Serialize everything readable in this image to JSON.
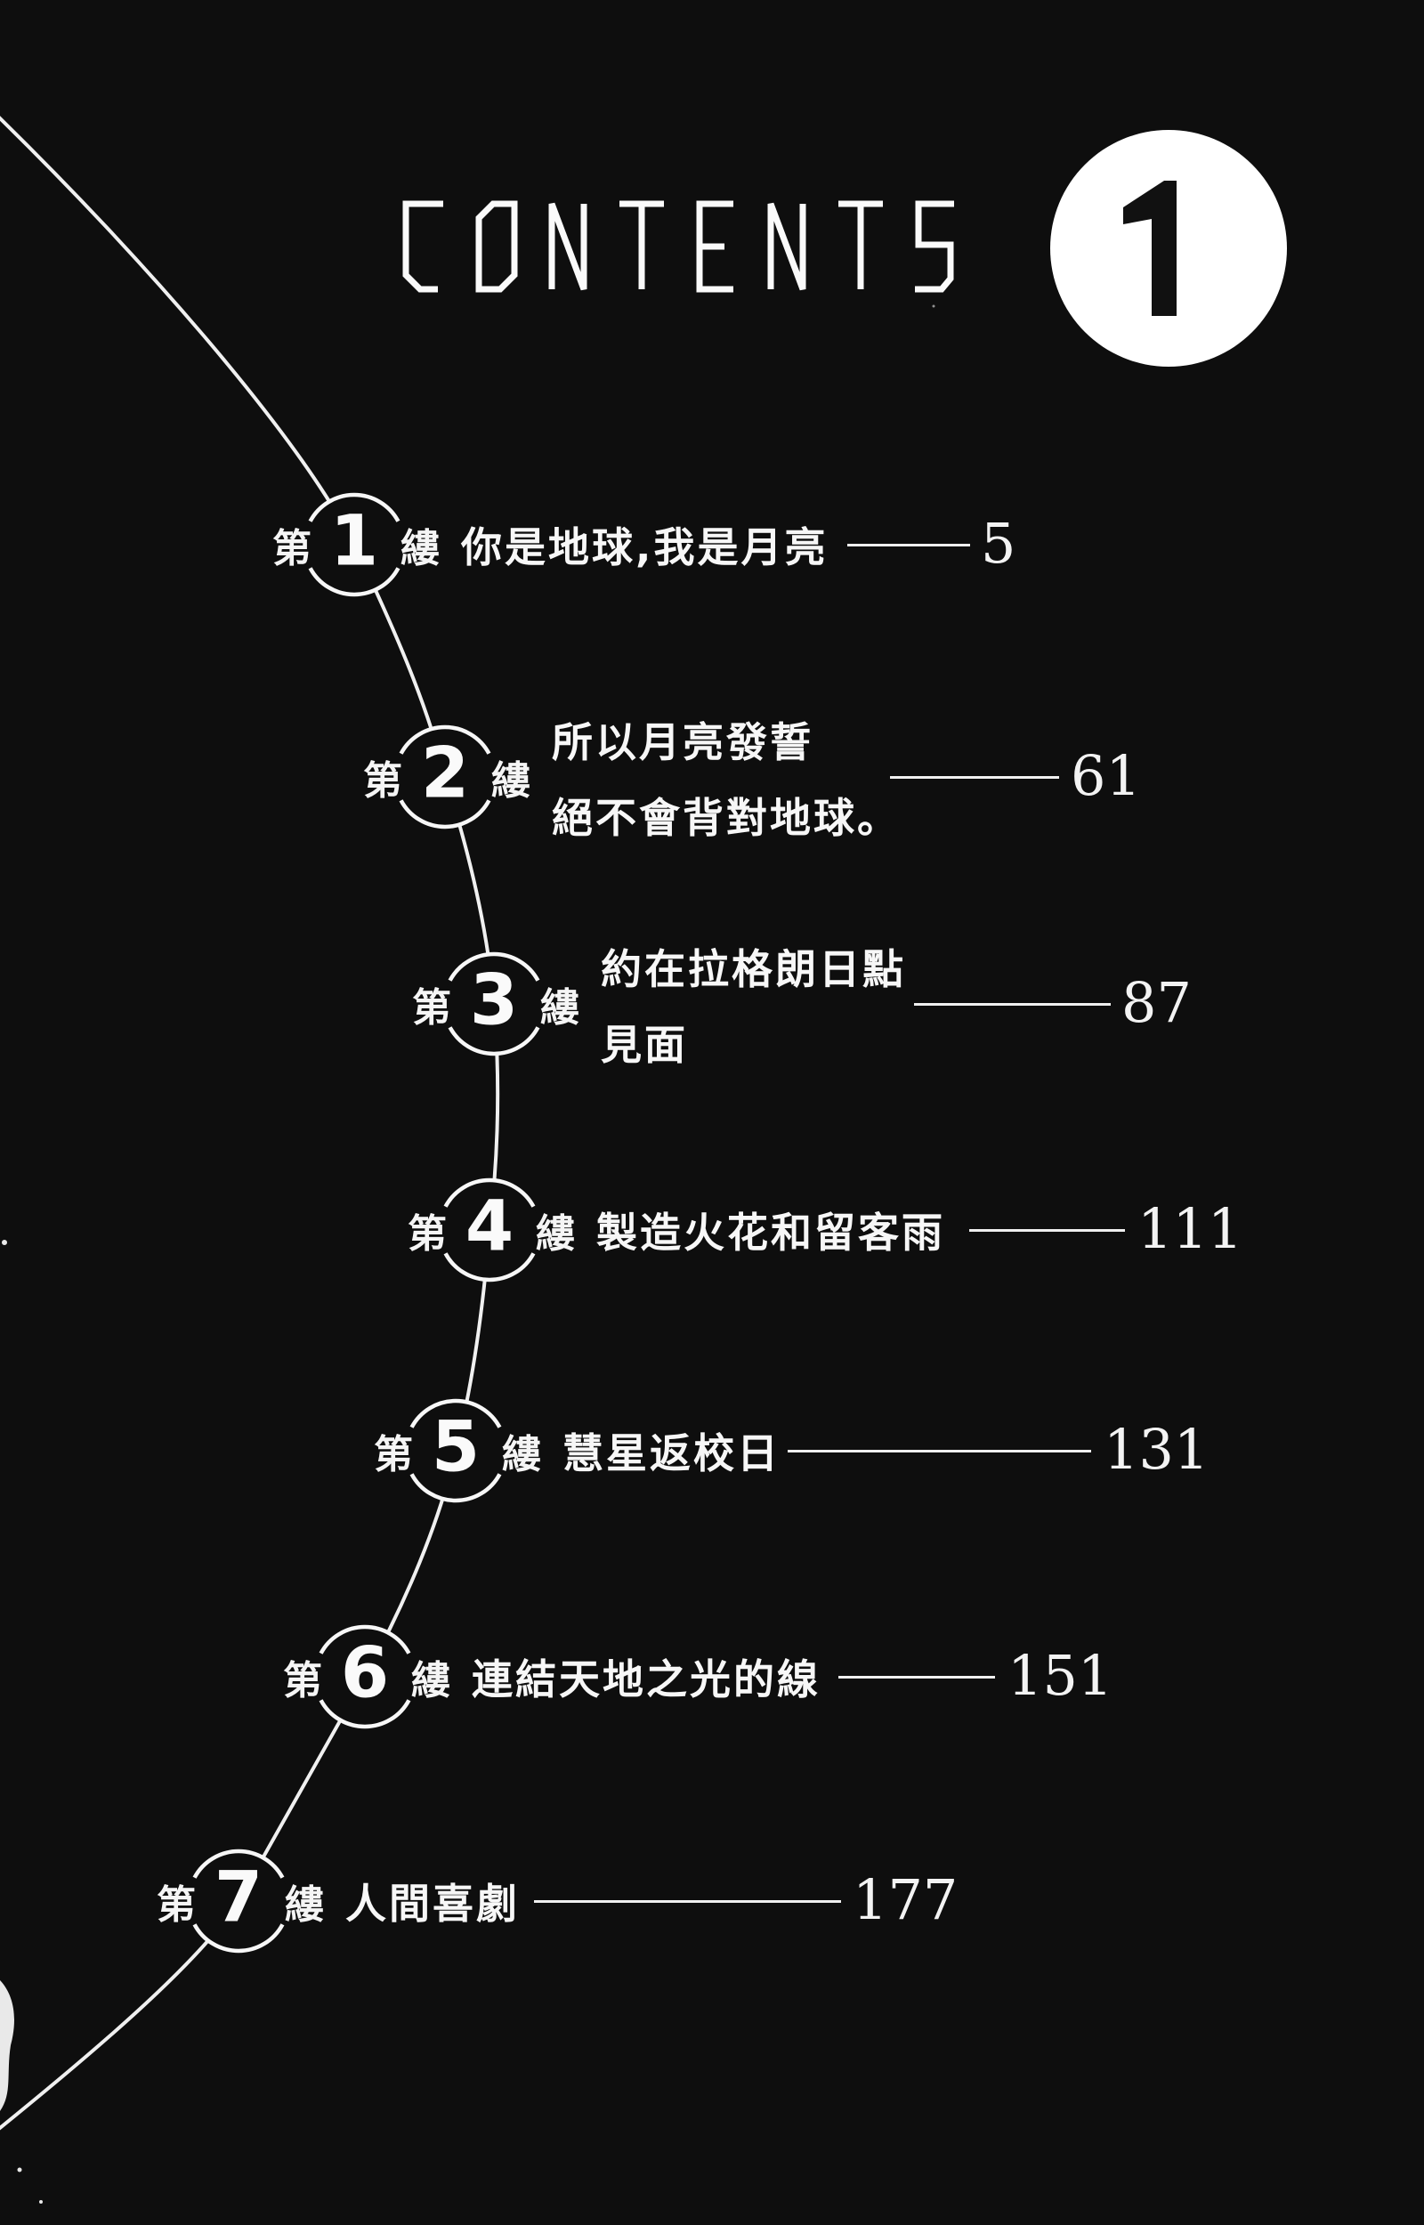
{
  "page": {
    "background_color": "#0e0e0e",
    "text_color": "#ffffff"
  },
  "header": {
    "title": "CONTENTS",
    "volume": "1"
  },
  "toc": {
    "chapter_prefix": "第",
    "chapter_suffix": "縷",
    "chapters": [
      {
        "number": "1",
        "title_lines": [
          "你是地球,我是月亮"
        ],
        "page": "5"
      },
      {
        "number": "2",
        "title_lines": [
          "所以月亮發誓",
          "絕不會背對地球。"
        ],
        "page": "61"
      },
      {
        "number": "3",
        "title_lines": [
          "約在拉格朗日點",
          "見面"
        ],
        "page": "87"
      },
      {
        "number": "4",
        "title_lines": [
          "製造火花和留客雨"
        ],
        "page": "111"
      },
      {
        "number": "5",
        "title_lines": [
          "慧星返校日"
        ],
        "page": "131"
      },
      {
        "number": "6",
        "title_lines": [
          "連結天地之光的線"
        ],
        "page": "151"
      },
      {
        "number": "7",
        "title_lines": [
          "人間喜劇"
        ],
        "page": "177"
      }
    ]
  }
}
